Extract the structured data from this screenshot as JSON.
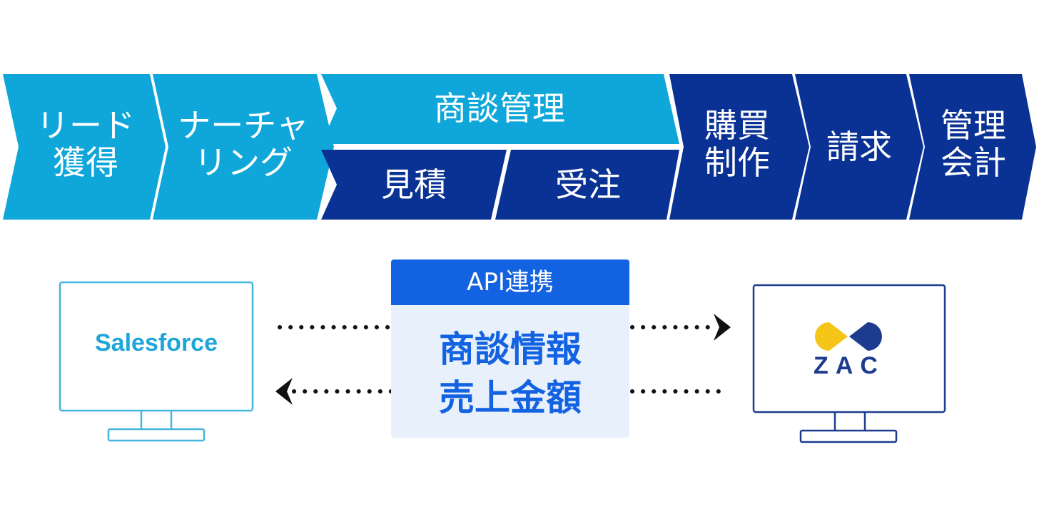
{
  "process": {
    "lead": "リード\n獲得",
    "nurturing": "ナーチャ\nリング",
    "deal_management": "商談管理",
    "estimate": "見積",
    "order": "受注",
    "purchase": "購買\n制作",
    "billing": "請求",
    "accounting": "管理\n会計"
  },
  "integration": {
    "header": "API連携",
    "line1": "商談情報",
    "line2": "売上金額"
  },
  "systems": {
    "left_name": "Salesforce",
    "right_name": "ZAC"
  },
  "colors": {
    "light_blue": "#0fa6da",
    "dark_blue": "#0a3294",
    "api_blue": "#1262e2",
    "api_bg": "#e8f0fc",
    "salesforce_line": "#46b6df",
    "zac_line": "#1d3b8f",
    "zac_yellow": "#f5c518"
  }
}
